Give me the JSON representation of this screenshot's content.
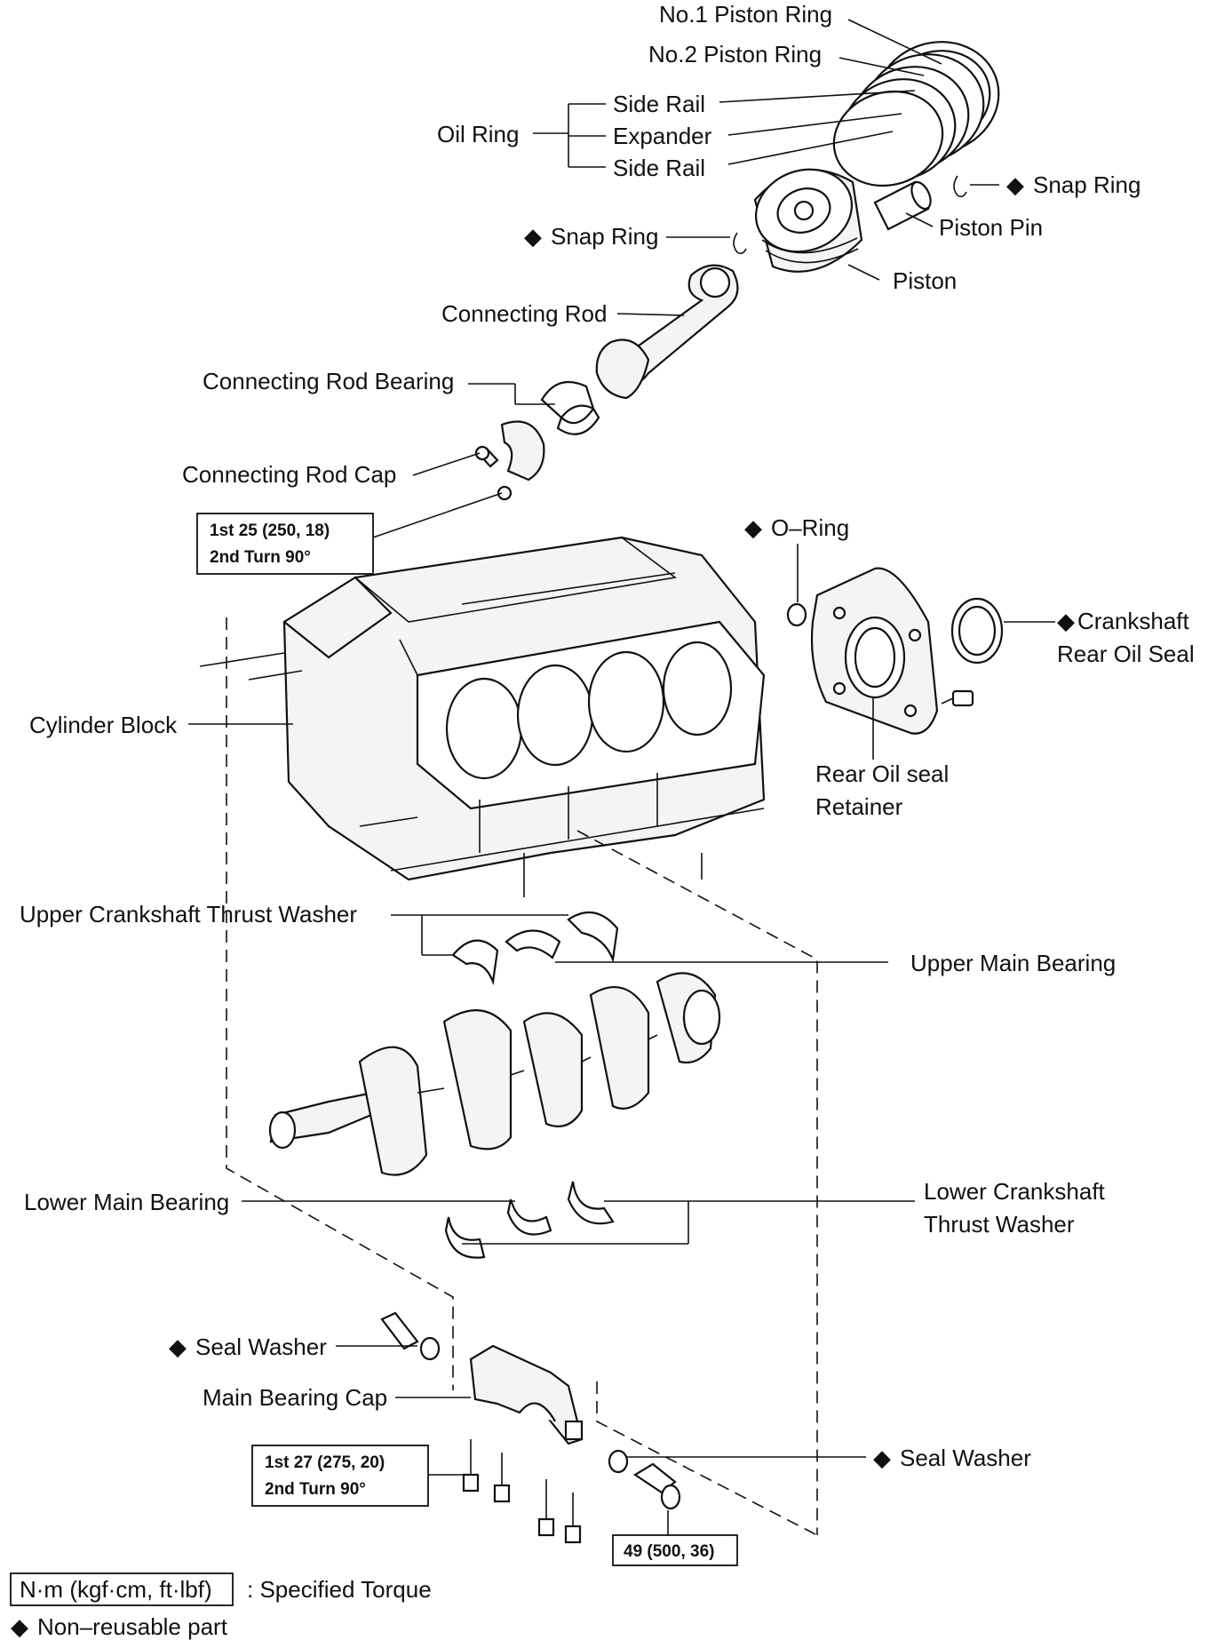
{
  "labels": {
    "no1_piston_ring": "No.1 Piston Ring",
    "no2_piston_ring": "No.2 Piston Ring",
    "oil_ring": "Oil Ring",
    "side_rail_top": "Side Rail",
    "expander": "Expander",
    "side_rail_bottom": "Side Rail",
    "snap_ring_right": "Snap Ring",
    "piston_pin": "Piston Pin",
    "snap_ring_left": "Snap Ring",
    "piston": "Piston",
    "connecting_rod": "Connecting Rod",
    "connecting_rod_bearing": "Connecting Rod Bearing",
    "connecting_rod_cap": "Connecting Rod Cap",
    "o_ring": "O–Ring",
    "crankshaft_rear_oil_seal_1": "Crankshaft",
    "crankshaft_rear_oil_seal_2": "Rear Oil Seal",
    "cylinder_block": "Cylinder Block",
    "rear_oil_seal_retainer_1": "Rear Oil seal",
    "rear_oil_seal_retainer_2": "Retainer",
    "upper_crankshaft_thrust_washer": "Upper Crankshaft Thrust Washer",
    "upper_main_bearing": "Upper Main Bearing",
    "lower_main_bearing": "Lower Main Bearing",
    "lower_crankshaft_thrust_washer_1": "Lower Crankshaft",
    "lower_crankshaft_thrust_washer_2": "Thrust Washer",
    "seal_washer_left": "Seal Washer",
    "main_bearing_cap": "Main Bearing Cap",
    "seal_washer_right": "Seal Washer"
  },
  "torques": {
    "rod_cap_line1": "1st 25 (250, 18)",
    "rod_cap_line2": "2nd Turn 90°",
    "main_cap_line1": "1st 27 (275, 20)",
    "main_cap_line2": "2nd Turn 90°",
    "side_bolt": "49 (500, 36)"
  },
  "legend": {
    "torque_unit": "N·m (kgf·cm, ft·lbf)",
    "torque_desc": ": Specified Torque",
    "nonreusable": "Non–reusable part"
  },
  "marker_symbol": "◆"
}
